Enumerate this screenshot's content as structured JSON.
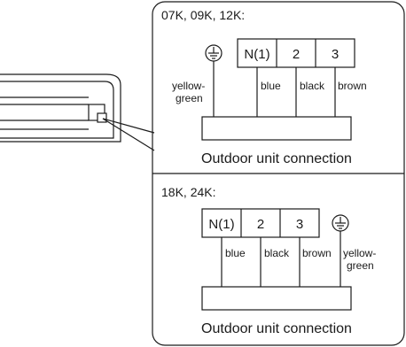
{
  "panels": [
    {
      "model_label": "07K, 09K, 12K:",
      "terminals": [
        "N(1)",
        "2",
        "3"
      ],
      "wire_colors": [
        "yellow-\ngreen",
        "blue",
        "black",
        "brown"
      ],
      "wire_color_lines": [
        [
          "yellow-",
          "green"
        ],
        [
          "blue"
        ],
        [
          "black"
        ],
        [
          "brown"
        ]
      ],
      "caption": "Outdoor unit connection"
    },
    {
      "model_label": "18K, 24K:",
      "terminals": [
        "N(1)",
        "2",
        "3"
      ],
      "wire_color_lines": [
        [
          "blue"
        ],
        [
          "black"
        ],
        [
          "brown"
        ],
        [
          "yellow-",
          "green"
        ]
      ],
      "caption": "Outdoor unit connection"
    }
  ],
  "icons": {
    "ground": "ground-symbol-icon",
    "indoor_unit": "indoor-unit-illustration"
  }
}
